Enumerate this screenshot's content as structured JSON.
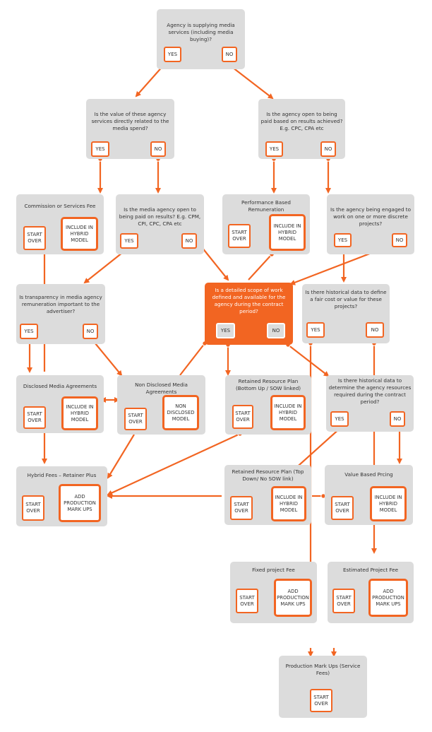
{
  "colors": {
    "accent": "#f26522",
    "box": "#dcdcdc",
    "text": "#333333"
  },
  "nodes": {
    "q_supply": {
      "title": "Agency is supplying media services (including media buying)?"
    },
    "q_value": {
      "title": "Is the value of these agency services directly related to the media spend?"
    },
    "q_results": {
      "title": "Is the agency open to being paid based on results achieved? E.g. CPC, CPA etc"
    },
    "commission": {
      "title": "Commission or Services Fee"
    },
    "q_media_results": {
      "title": "Is the media agency open to being paid on results? E.g. CPM, CPI, CPC, CPA etc"
    },
    "performance": {
      "title": "Performance Based Remuneration"
    },
    "q_discrete": {
      "title": "Is the agency being engaged to work on one or more discrete projects?"
    },
    "q_transparency": {
      "title": "Is transparency in media agency remuneration important to the advertiser?"
    },
    "q_scope": {
      "title": "Is a detailed scope of work defined and available for the agency during the contract period?"
    },
    "q_hist_cost": {
      "title": "Is there historical data to define a fair cost or value for these projects?"
    },
    "disclosed": {
      "title": "Disclosed Media Agreements"
    },
    "nondisclosed": {
      "title": "Non Disclosed Media Agreements"
    },
    "retained_bu": {
      "title": "Retained Resource Plan (Bottom Up / SOW linked)"
    },
    "q_hist_res": {
      "title": "Is there historical data to determine the agency resources required during the contract period?"
    },
    "hybrid": {
      "title": "Hybrid Fees – Retainer Plus"
    },
    "retained_td": {
      "title": "Retained Resource Plan (Top Down/ No SOW link)"
    },
    "value_based": {
      "title": "Value Based Prcing"
    },
    "fixed": {
      "title": "Fixed project Fee"
    },
    "estimated": {
      "title": "Estimated Project Fee"
    },
    "production": {
      "title": "Production Mark Ups (Service Fees)"
    }
  },
  "labels": {
    "yes": "YES",
    "no": "NO",
    "start_over": "START OVER",
    "include_hybrid": "INCLUDE IN HYBRID MODEL",
    "add_production": "ADD PRODUCTION MARK UPS",
    "non_disclosed_model": "NON DISCLOSED MODEL"
  }
}
